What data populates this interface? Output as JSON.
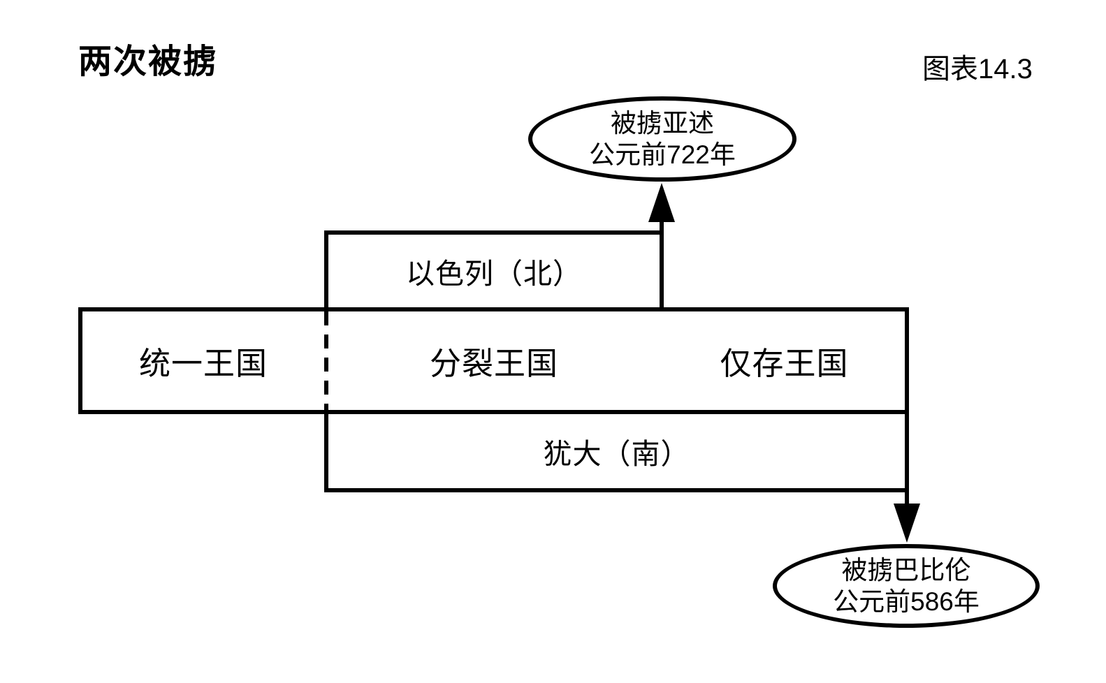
{
  "page": {
    "title": "两次被掳",
    "figure_label": "图表14.3"
  },
  "diagram": {
    "top_ellipse": {
      "line1": "被掳亚述",
      "line2": "公元前722年"
    },
    "bottom_ellipse": {
      "line1": "被掳巴比伦",
      "line2": "公元前586年"
    },
    "israel_box": {
      "label": "以色列（北）"
    },
    "judah_box": {
      "label": "犹大（南）"
    },
    "timeline_sections": [
      {
        "label": "统一王国"
      },
      {
        "label": "分裂王国"
      },
      {
        "label": "仅存王国"
      }
    ],
    "colors": {
      "line": "#000000",
      "background": "#ffffff",
      "text": "#000000"
    }
  }
}
